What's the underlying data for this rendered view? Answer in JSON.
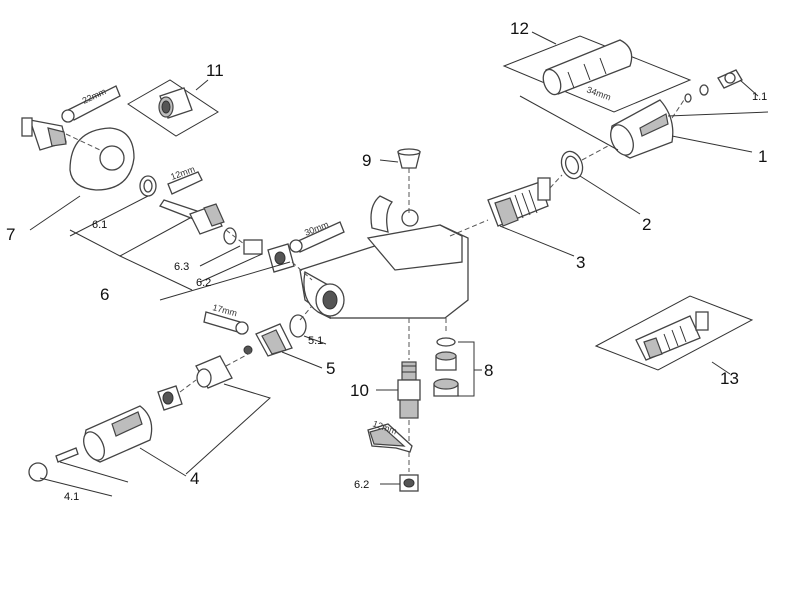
{
  "labels": {
    "l1": "1",
    "l1_1": "1.1",
    "l2": "2",
    "l3": "3",
    "l4": "4",
    "l4_1": "4.1",
    "l5": "5",
    "l5_1": "5.1",
    "l6": "6",
    "l6_1": "6.1",
    "l6_2": "6.2",
    "l6_3": "6.3",
    "l6_2b": "6.2",
    "l7": "7",
    "l8": "8",
    "l9": "9",
    "l10": "10",
    "l11": "11",
    "l12": "12",
    "l13": "13"
  },
  "tool_sizes": {
    "t22": "22mm",
    "t12": "12mm",
    "t30": "30mm",
    "t17": "17mm",
    "t12b": "12mm",
    "t34": "34mm"
  }
}
